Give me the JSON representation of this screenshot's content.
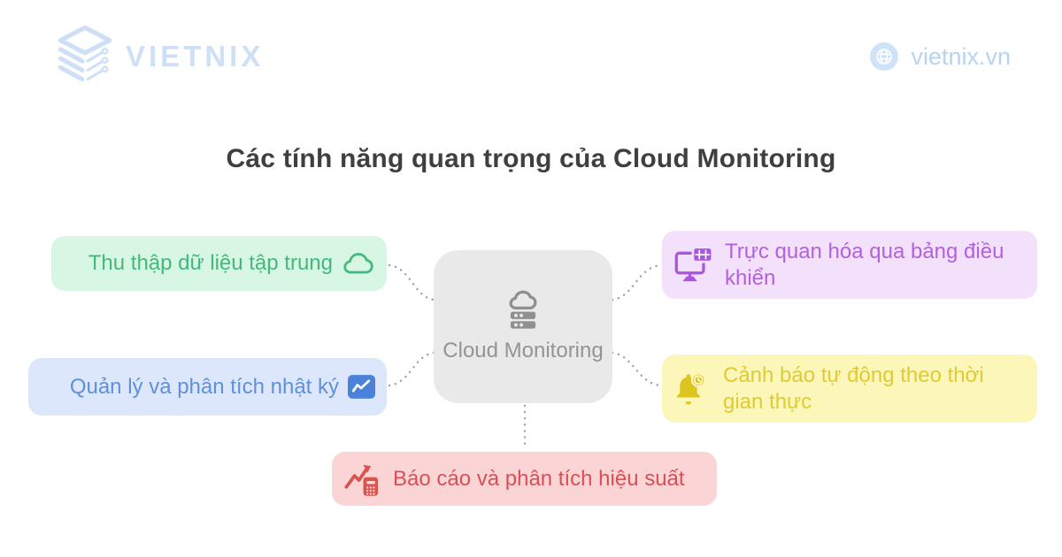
{
  "header": {
    "brand": "VIETNIX",
    "site": "vietnix.vn"
  },
  "title": "Các tính năng quan trọng của Cloud Monitoring",
  "center_node": {
    "label": "Cloud Monitoring",
    "icon": "cloud-server-icon"
  },
  "features": [
    {
      "label": "Thu thập dữ liệu tập trung",
      "icon": "cloud-icon",
      "bg": "#d7f7e4",
      "fg": "#44b87d",
      "icon_color": "#44b87d"
    },
    {
      "label": "Quản lý và phân tích nhật ký",
      "icon": "analytics-chart-icon",
      "bg": "#dce7fb",
      "fg": "#6090da",
      "icon_color": "#4b82d9"
    },
    {
      "label": "Trực quan hóa qua bảng điều khiển",
      "icon": "dashboard-monitor-icon",
      "bg": "#f3e0fa",
      "fg": "#b361de",
      "icon_color": "#a855e0"
    },
    {
      "label": "Cảnh báo tự động theo thời gian thực",
      "icon": "alarm-bell-icon",
      "bg": "#fdf6b9",
      "fg": "#decb35",
      "icon_color": "#ddc41e"
    },
    {
      "label": "Báo cáo và phân tích hiệu suất",
      "icon": "performance-trend-icon",
      "bg": "#fbd5d5",
      "fg": "#d85055",
      "icon_color": "#d9534f"
    }
  ],
  "colors": {
    "background": "#ffffff",
    "brand": "#cfe0f6",
    "site_text": "#b8d3f2",
    "title": "#3f3f3f",
    "center_bg": "#e9e9e9",
    "center_fg": "#949494",
    "center_icon": "#8f8f8f",
    "connector": "#a0a0a0"
  }
}
